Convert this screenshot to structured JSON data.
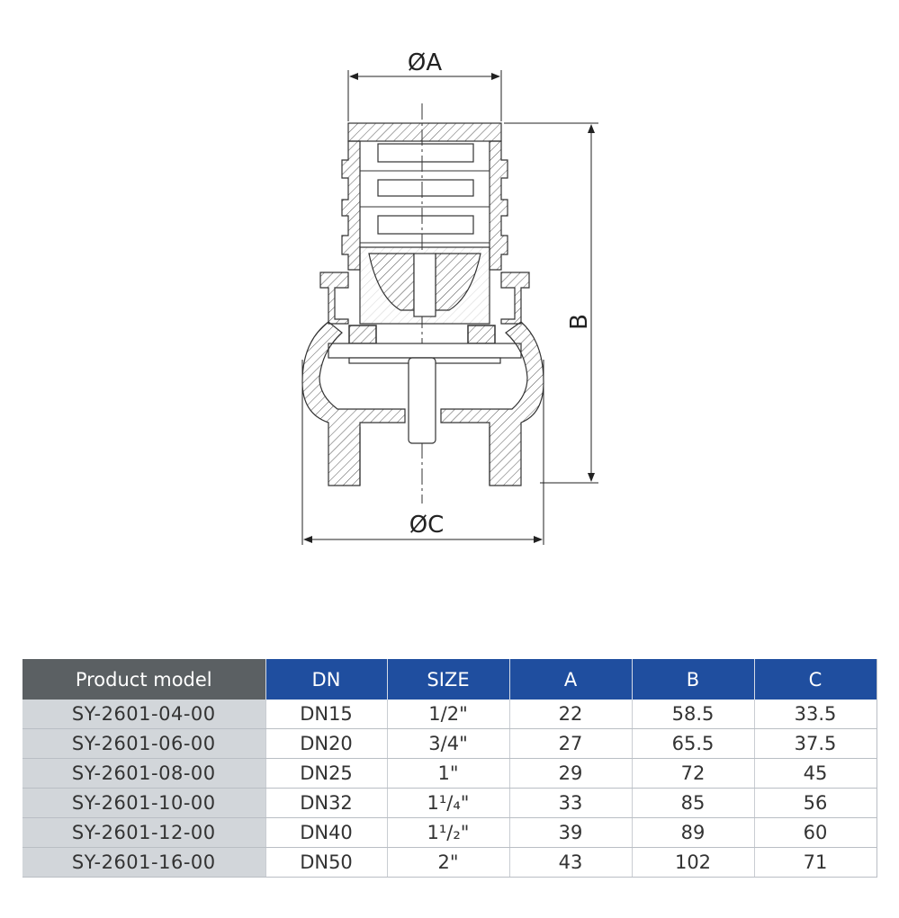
{
  "drawing": {
    "label_a": "ØA",
    "label_b": "B",
    "label_c": "ØC"
  },
  "table": {
    "headers": [
      "Product model",
      "DN",
      "SIZE",
      "A",
      "B",
      "C"
    ],
    "rows": [
      {
        "model": "SY-2601-04-00",
        "dn": "DN15",
        "size": "1/2\"",
        "a": "22",
        "b": "58.5",
        "c": "33.5"
      },
      {
        "model": "SY-2601-06-00",
        "dn": "DN20",
        "size": "3/4\"",
        "a": "27",
        "b": "65.5",
        "c": "37.5"
      },
      {
        "model": "SY-2601-08-00",
        "dn": "DN25",
        "size": "1\"",
        "a": "29",
        "b": "72",
        "c": "45"
      },
      {
        "model": "SY-2601-10-00",
        "dn": "DN32",
        "size": "1¹/₄\"",
        "a": "33",
        "b": "85",
        "c": "56"
      },
      {
        "model": "SY-2601-12-00",
        "dn": "DN40",
        "size": "1¹/₂\"",
        "a": "39",
        "b": "89",
        "c": "60"
      },
      {
        "model": "SY-2601-16-00",
        "dn": "DN50",
        "size": "2\"",
        "a": "43",
        "b": "102",
        "c": "71"
      }
    ]
  },
  "colors": {
    "header_blue": "#1f4e9f",
    "header_gray": "#5b6063",
    "model_cell": "#d2d6da"
  }
}
